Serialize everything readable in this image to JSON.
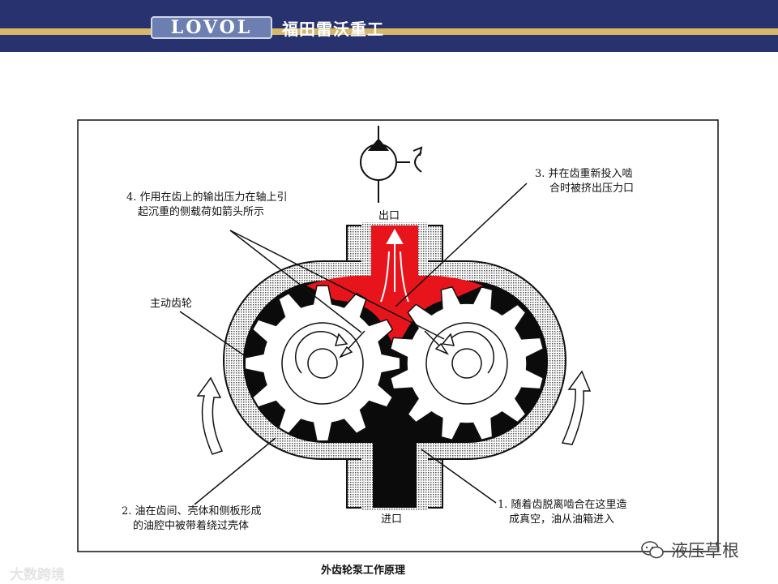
{
  "header": {
    "logo_text": "LOVOL",
    "company_name": "福田雷沃重工"
  },
  "diagram": {
    "outlet_label": "出口",
    "inlet_label": "进口",
    "driving_gear_label": "主动齿轮",
    "annotation_4": {
      "line1": "4. 作用在齿上的输出压力在轴上引",
      "line2": "起沉重的侧载荷如箭头所示"
    },
    "annotation_3": {
      "line1": "3. 并在齿重新投入啮",
      "line2": "合时被挤出压力口"
    },
    "annotation_2": {
      "line1": "2. 油在齿间、壳体和侧板形成",
      "line2": "的油腔中被带着绕过壳体"
    },
    "annotation_1": {
      "line1": "1. 随着齿脱离啮合在这里造",
      "line2": "成真空，油从油箱进入"
    },
    "caption": "外齿轮泵工作原理"
  },
  "watermarks": {
    "left": "大数跨境",
    "right": "液压草根"
  },
  "colors": {
    "header_bg": "#27326e",
    "stripe": "#d7b86a",
    "oil_pressure": "#e8141b",
    "housing_shade": "#8c8c8c"
  }
}
